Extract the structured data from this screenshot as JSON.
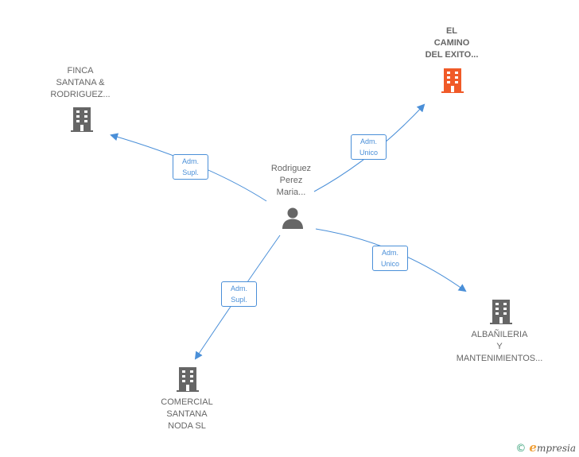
{
  "center": {
    "name_lines": [
      "Rodriguez",
      "Perez",
      "Maria..."
    ],
    "icon": "person-icon"
  },
  "companies": [
    {
      "id": "finca",
      "name_lines": [
        "FINCA",
        "SANTANA &",
        "RODRIGUEZ..."
      ],
      "icon": "building-icon",
      "color": "#666666"
    },
    {
      "id": "camino",
      "name_lines": [
        "EL",
        "CAMINO",
        "DEL EXITO..."
      ],
      "icon": "building-icon",
      "color": "#f05a28",
      "highlighted": true
    },
    {
      "id": "albanileria",
      "name_lines": [
        "ALBAÑILERIA",
        "Y",
        "MANTENIMIENTOS..."
      ],
      "icon": "building-icon",
      "color": "#666666"
    },
    {
      "id": "comercial",
      "name_lines": [
        "COMERCIAL",
        "SANTANA",
        "NODA SL"
      ],
      "icon": "building-icon",
      "color": "#666666"
    }
  ],
  "relations": [
    {
      "to": "finca",
      "label_lines": [
        "Adm.",
        "Supl."
      ]
    },
    {
      "to": "camino",
      "label_lines": [
        "Adm.",
        "Unico"
      ]
    },
    {
      "to": "albanileria",
      "label_lines": [
        "Adm.",
        "Unico"
      ]
    },
    {
      "to": "comercial",
      "label_lines": [
        "Adm.",
        "Supl."
      ]
    }
  ],
  "edge_color": "#4a8fd8",
  "footer": {
    "copyright": "©",
    "brand_initial": "e",
    "brand_rest": "mpresia"
  }
}
